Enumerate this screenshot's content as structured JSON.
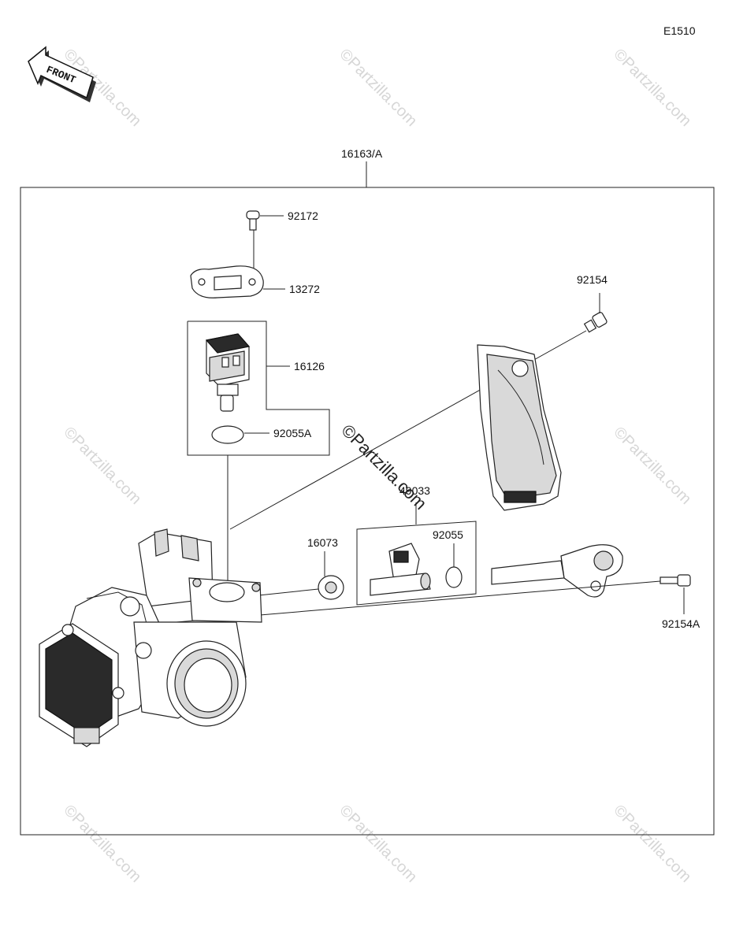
{
  "diagram_code": "E1510",
  "front_label": "FRONT",
  "watermark": "©Partzilla.com",
  "assembly_label": "16163/A",
  "parts": {
    "screw": "92172",
    "plate": "13272",
    "sensor": "16126",
    "sensor_oring": "92055A",
    "bolt_top": "92154",
    "injector": "49033",
    "seal": "16073",
    "injector_oring": "92055",
    "bolt_side": "92154A"
  }
}
